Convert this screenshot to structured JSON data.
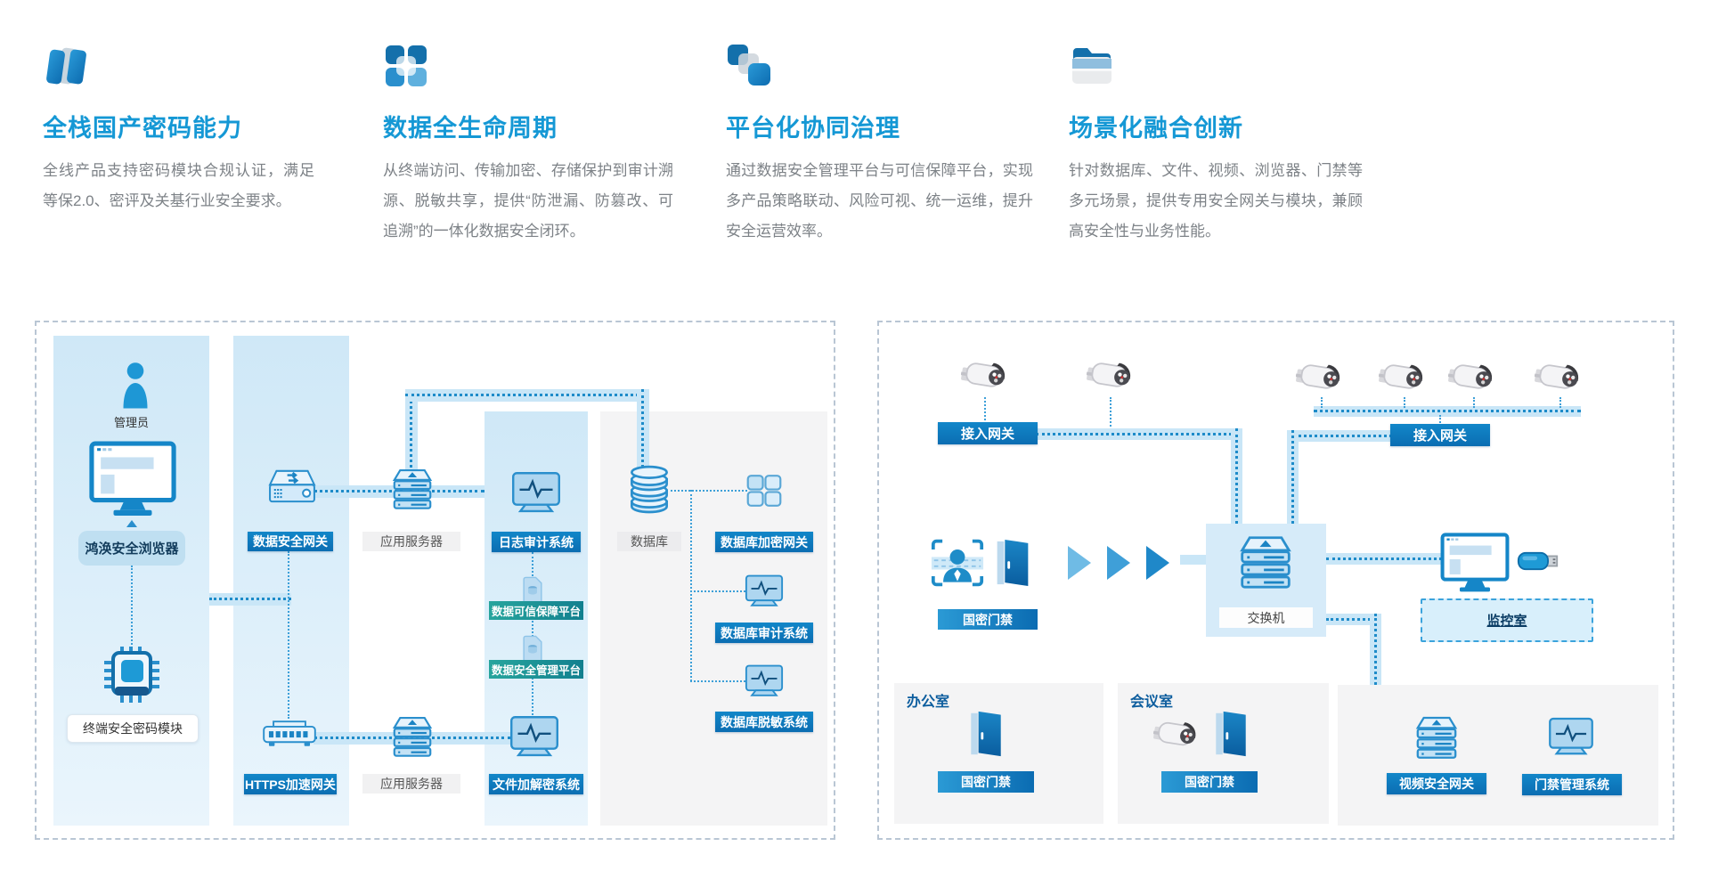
{
  "colors": {
    "accent_blue": "#1598d5",
    "label_blue": "#0d74b9",
    "label_teal_start": "#27a59d",
    "label_teal_end": "#12808f",
    "panel_dash": "#b9c6d4",
    "column_fill": "#d9edf9",
    "pipe_dot": "#1d8bc9",
    "body_text": "#7d8287"
  },
  "icons": {
    "feature_1": "dual-cards-icon",
    "feature_2": "grid-squares-icon",
    "feature_3": "stacked-squares-icon",
    "feature_4": "folder-icon",
    "diagram": [
      "person-icon",
      "monitor-icon",
      "chip-icon",
      "gateway-icon",
      "router-icon",
      "server-icon",
      "audit-monitor-icon",
      "database-icon",
      "grid-gateway-icon",
      "platform-card-icon",
      "camera-icon",
      "face-scan-icon",
      "door-icon",
      "switch-icon",
      "usb-icon"
    ]
  },
  "features": [
    {
      "title": "全栈国产密码能力",
      "desc": "全线产品支持密码模块合规认证，满足等保2.0、密评及关基行业安全要求。"
    },
    {
      "title": "数据全生命周期",
      "desc": "从终端访问、传输加密、存储保护到审计溯源、脱敏共享，提供“防泄漏、防篡改、可追溯”的一体化数据安全闭环。"
    },
    {
      "title": "平台化协同治理",
      "desc": "通过数据安全管理平台与可信保障平台，实现多产品策略联动、风险可视、统一运维，提升安全运营效率。"
    },
    {
      "title": "场景化融合创新",
      "desc": "针对数据库、文件、视频、浏览器、门禁等多元场景，提供专用安全网关与模块，兼顾高安全性与业务性能。"
    }
  ],
  "left_panel": {
    "admin_label": "管理员",
    "browser_label": "鸿涣安全浏览器",
    "terminal_module_label": "终端安全密码模块",
    "data_gateway_label": "数据安全网关",
    "https_gateway_label": "HTTPS加速网关",
    "app_server_top_label": "应用服务器",
    "app_server_bottom_label": "应用服务器",
    "log_audit_label": "日志审计系统",
    "trust_platform_label": "数据可信保障平台",
    "mgmt_platform_label": "数据安全管理平台",
    "file_crypto_label": "文件加解密系统",
    "database_label": "数据库",
    "db_encrypt_gateway_label": "数据库加密网关",
    "db_audit_label": "数据库审计系统",
    "db_mask_label": "数据库脱敏系统"
  },
  "right_panel": {
    "access_gateway_left_label": "接入网关",
    "access_gateway_right_label": "接入网关",
    "gm_door_main_label": "国密门禁",
    "switch_label": "交换机",
    "monitor_room_label": "监控室",
    "office_title": "办公室",
    "office_door_label": "国密门禁",
    "meeting_title": "会议室",
    "meeting_door_label": "国密门禁",
    "video_gateway_label": "视频安全网关",
    "door_mgmt_label": "门禁管理系统"
  }
}
